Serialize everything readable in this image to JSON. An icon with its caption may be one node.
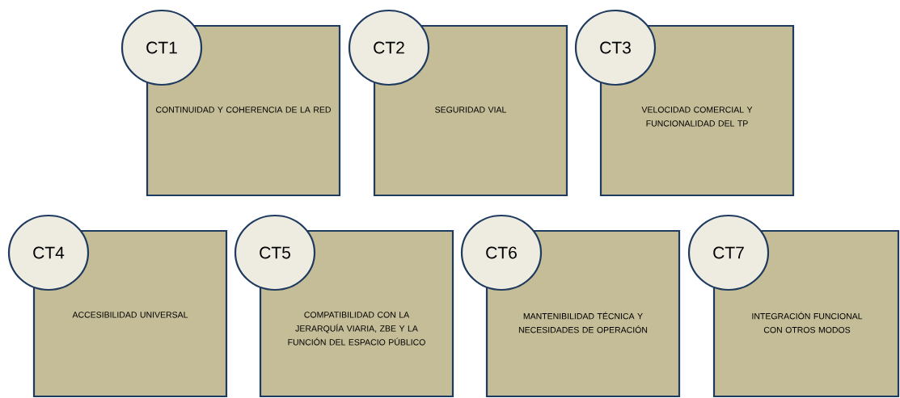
{
  "diagram": {
    "nodes": [
      {
        "text": [
          "CT1"
        ]
      },
      {
        "text": [
          "CONTINUIDAD Y COHERENCIA DE LA RED"
        ]
      },
      {
        "text": [
          "CT2"
        ]
      },
      {
        "text": [
          "SEGURIDAD VIAL"
        ]
      },
      {
        "text": [
          "CT3"
        ]
      },
      {
        "text": [
          "VELOCIDAD COMERCIAL Y FUNCIONALIDAD DEL TP"
        ]
      },
      {
        "text": [
          "CT4"
        ]
      },
      {
        "text": [
          "ACCESIBILIDAD UNIVERSAL"
        ]
      },
      {
        "text": [
          "CT5"
        ]
      },
      {
        "text": [
          "COMPATIBILIDAD CON LA JERARQUÍA VIARIA, ZBE Y LA FUNCIÓN DEL ESPACIO PÚBLICO"
        ]
      },
      {
        "text": [
          "CT6"
        ]
      },
      {
        "text": [
          "MANTENIBILIDAD TÉCNICA Y NECESIDADES DE OPERACIÓN"
        ]
      },
      {
        "text": [
          "CT7"
        ]
      },
      {
        "text": [
          "INTEGRACIÓN FUNCIONAL CON OTROS MODOS"
        ]
      }
    ]
  }
}
